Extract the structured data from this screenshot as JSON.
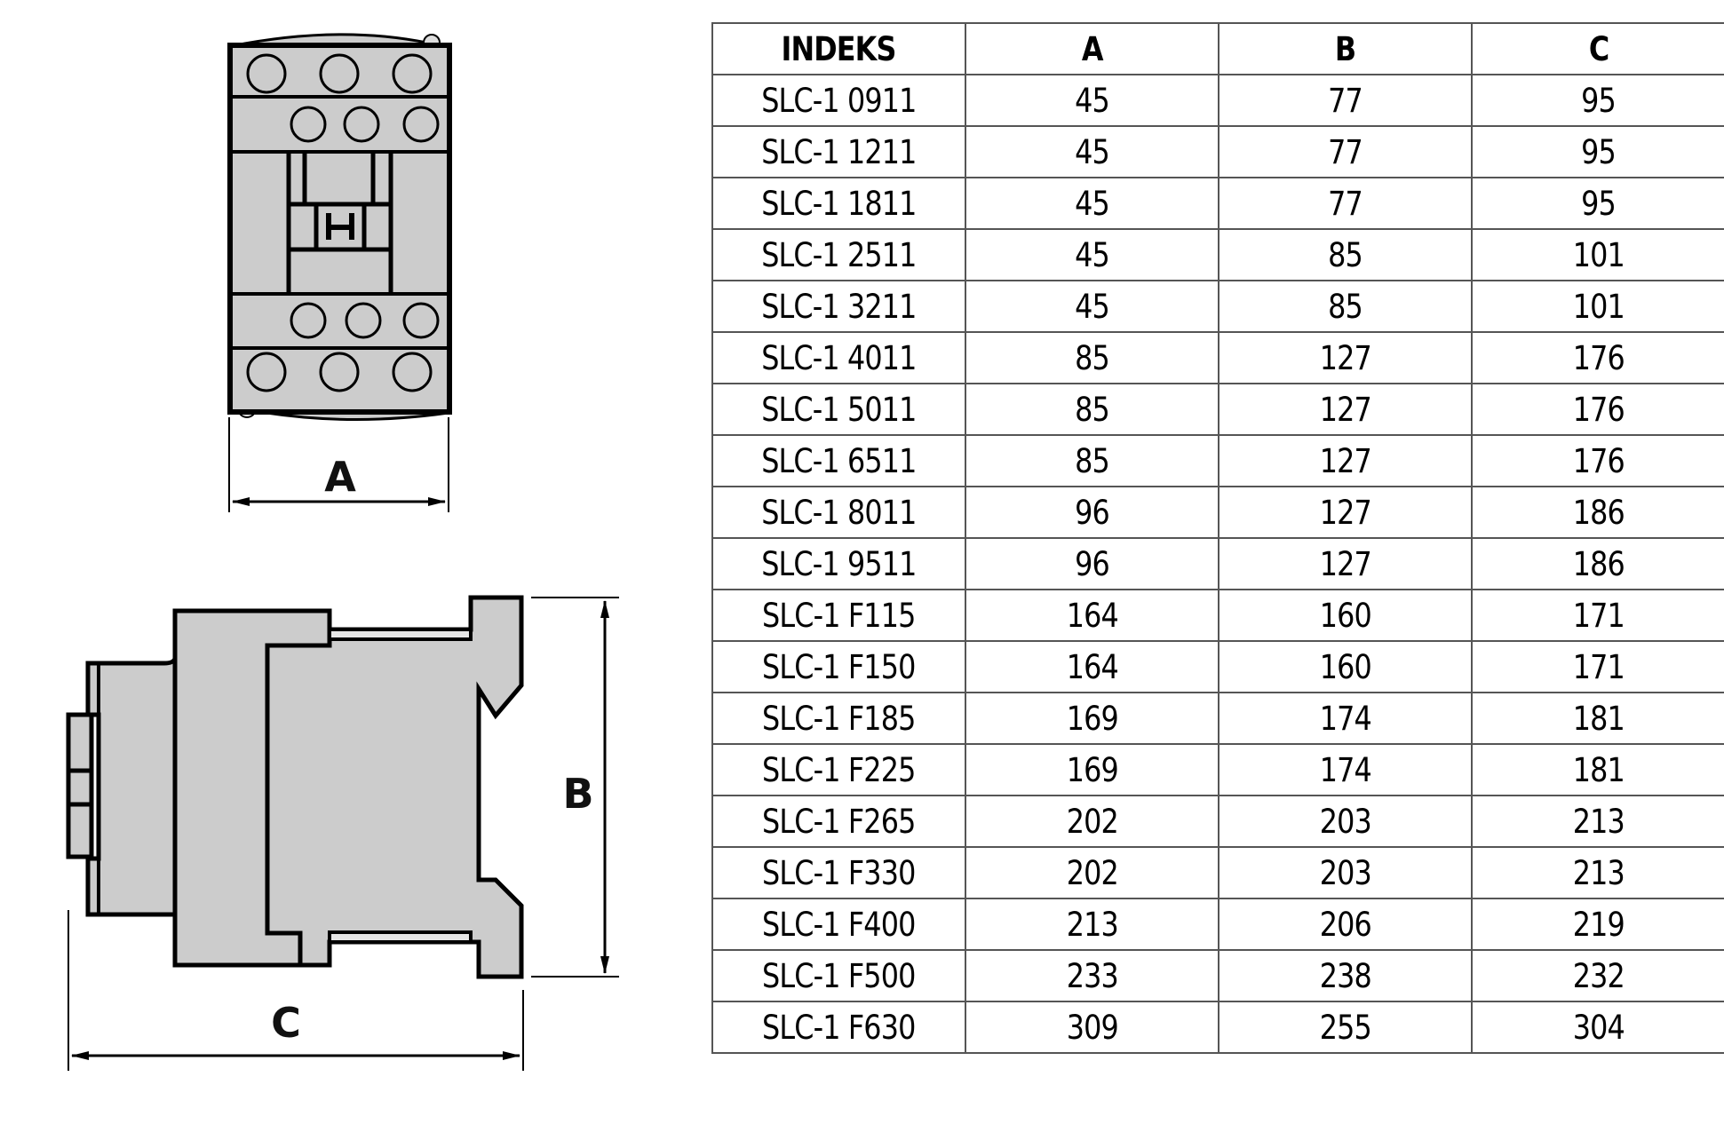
{
  "drawing": {
    "front_view_label": "A",
    "side_view_height_label": "B",
    "side_view_depth_label": "C",
    "body_fill": "#cccccc",
    "outline_color": "#000000"
  },
  "table": {
    "headers": [
      "INDEKS",
      "A",
      "B",
      "C"
    ],
    "rows": [
      [
        "SLC-1 0911",
        "45",
        "77",
        "95"
      ],
      [
        "SLC-1 1211",
        "45",
        "77",
        "95"
      ],
      [
        "SLC-1 1811",
        "45",
        "77",
        "95"
      ],
      [
        "SLC-1 2511",
        "45",
        "85",
        "101"
      ],
      [
        "SLC-1 3211",
        "45",
        "85",
        "101"
      ],
      [
        "SLC-1 4011",
        "85",
        "127",
        "176"
      ],
      [
        "SLC-1 5011",
        "85",
        "127",
        "176"
      ],
      [
        "SLC-1 6511",
        "85",
        "127",
        "176"
      ],
      [
        "SLC-1 8011",
        "96",
        "127",
        "186"
      ],
      [
        "SLC-1 9511",
        "96",
        "127",
        "186"
      ],
      [
        "SLC-1 F115",
        "164",
        "160",
        "171"
      ],
      [
        "SLC-1 F150",
        "164",
        "160",
        "171"
      ],
      [
        "SLC-1 F185",
        "169",
        "174",
        "181"
      ],
      [
        "SLC-1 F225",
        "169",
        "174",
        "181"
      ],
      [
        "SLC-1 F265",
        "202",
        "203",
        "213"
      ],
      [
        "SLC-1 F330",
        "202",
        "203",
        "213"
      ],
      [
        "SLC-1 F400",
        "213",
        "206",
        "219"
      ],
      [
        "SLC-1 F500",
        "233",
        "238",
        "232"
      ],
      [
        "SLC-1 F630",
        "309",
        "255",
        "304"
      ]
    ]
  }
}
